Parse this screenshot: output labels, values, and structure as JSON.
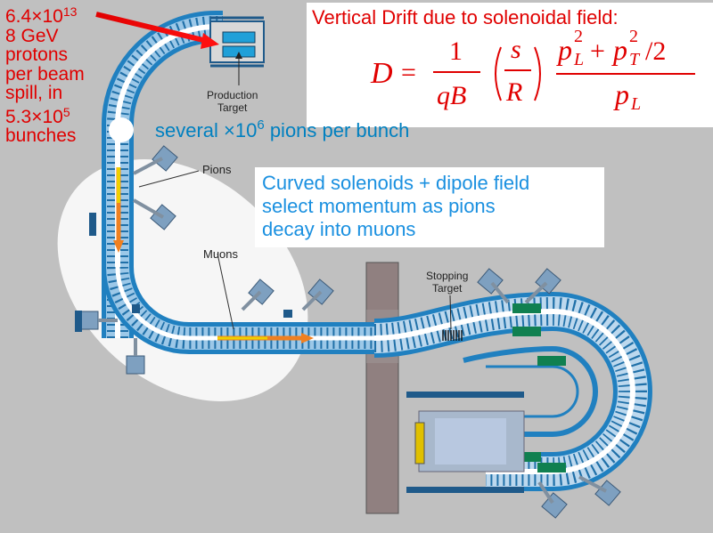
{
  "beam": {
    "line1_base": "6.4×10",
    "line1_exp": "13",
    "line2": "8 GeV",
    "line3": "protons",
    "line4": "per beam",
    "line5": "spill, in",
    "line6_base": "5.3×10",
    "line6_exp": "5",
    "line7": "bunches"
  },
  "formula": {
    "title": "Vertical Drift due to solenoidal field:",
    "lhs": "D",
    "equals": "=",
    "frac1_num": "1",
    "frac1_den": "qB",
    "paren_num": "s",
    "paren_den": "R",
    "p_L": "p",
    "sub_L": "L",
    "sup_2": "2",
    "plus": "+",
    "p_T": "p",
    "sub_T": "T",
    "over_2": "/2",
    "den_p": "p",
    "den_sub": "L"
  },
  "pions_note": {
    "text_a": "several ×10",
    "exp": "6",
    "text_b": " pions per bunch"
  },
  "selection": {
    "line1": "Curved solenoids + dipole field",
    "line2": "select momentum as pions",
    "line3": "decay into muons"
  },
  "labels": {
    "production": "Production",
    "target": "Target",
    "pions": "Pions",
    "muons": "Muons",
    "stopping": "Stopping",
    "stopping_target": "Target"
  },
  "colors": {
    "background": "#c0c0c0",
    "red_text": "#e00000",
    "blue_text": "#0080c0",
    "solenoid_blue": "#2080c0",
    "arrow_orange": "#f08020",
    "arrow_yellow": "#f0d000",
    "wall_gray": "#908080"
  }
}
